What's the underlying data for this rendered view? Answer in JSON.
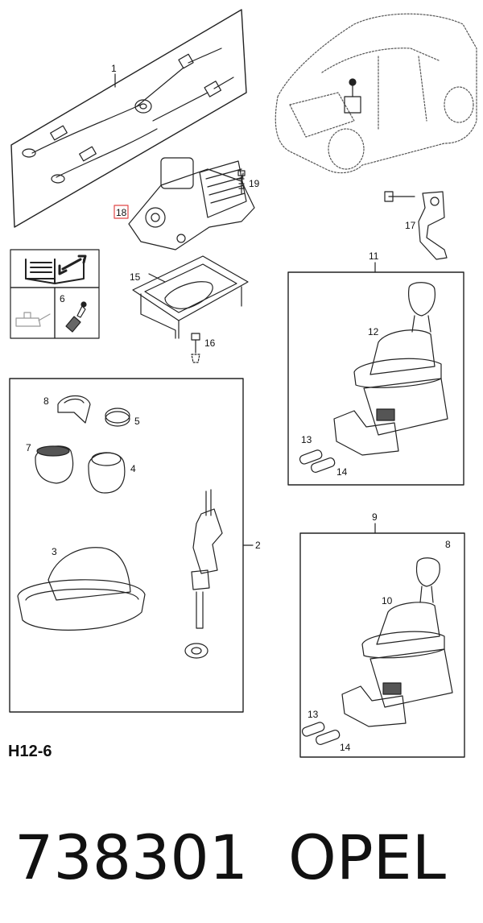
{
  "diagram": {
    "callouts": {
      "c1": "1",
      "c2": "2",
      "c3": "3",
      "c4": "4",
      "c5": "5",
      "c6": "6",
      "c7": "7",
      "c8a": "8",
      "c8b": "8",
      "c9": "9",
      "c10": "10",
      "c11": "11",
      "c12": "12",
      "c13a": "13",
      "c13b": "13",
      "c14a": "14",
      "c14b": "14",
      "c15": "15",
      "c16": "16",
      "c17": "17",
      "c18": "18",
      "c19": "19"
    },
    "icons": [
      "manual-book-icon",
      "wrench-icon",
      "oil-can-icon",
      "adhesive-tube-icon"
    ],
    "highlight_color": "#e04848"
  },
  "caption": "H12-6",
  "footer": {
    "part_number": "738301",
    "brand": "OPEL"
  }
}
